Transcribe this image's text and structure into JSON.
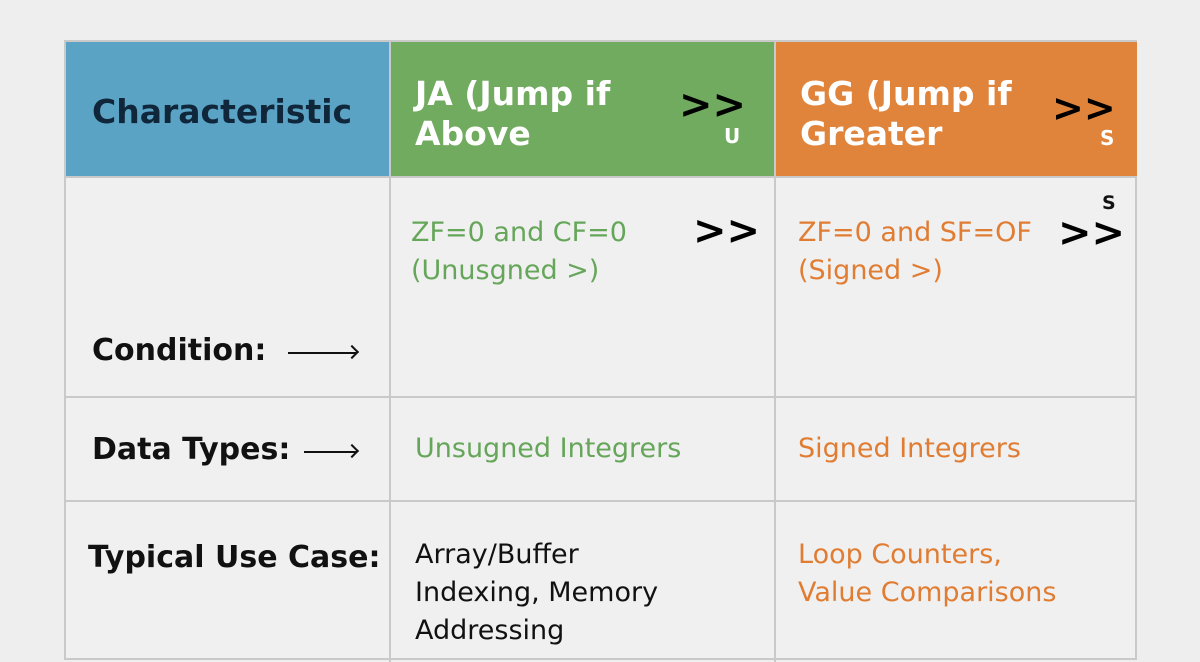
{
  "header": {
    "characteristic": "Characteristic",
    "ja_title": "JA (Jump if Above",
    "ja_symbol": ">>",
    "ja_subscript": "U",
    "gg_title": "GG (Jump if Greater",
    "gg_symbol": ">>",
    "gg_subscript": "S"
  },
  "rows": {
    "condition": {
      "label": "Condition:",
      "ja_line1": "ZF=0 and CF=0",
      "ja_line2": "(Unusgned >)",
      "ja_symbol": ">>",
      "gg_line1": "ZF=0 and SF=OF",
      "gg_line2": "(Signed >)",
      "gg_symbol": ">>",
      "gg_superscript": "S"
    },
    "data_types": {
      "label": "Data Types:",
      "ja": "Unsugned Integrers",
      "gg": "Signed Integrers"
    },
    "use_case": {
      "label": "Typical Use Case:",
      "ja_line1": "Array/Buffer",
      "ja_line2": "Indexing, Memory",
      "ja_line3": "Addressing",
      "gg_line1": "Loop Counters,",
      "gg_line2": "Value Comparisons"
    }
  },
  "colors": {
    "characteristic_header": "#5ba3c4",
    "ja_header": "#71ab5f",
    "gg_header": "#e0833b",
    "ja_text": "#66a65a",
    "gg_text": "#e07d33"
  }
}
